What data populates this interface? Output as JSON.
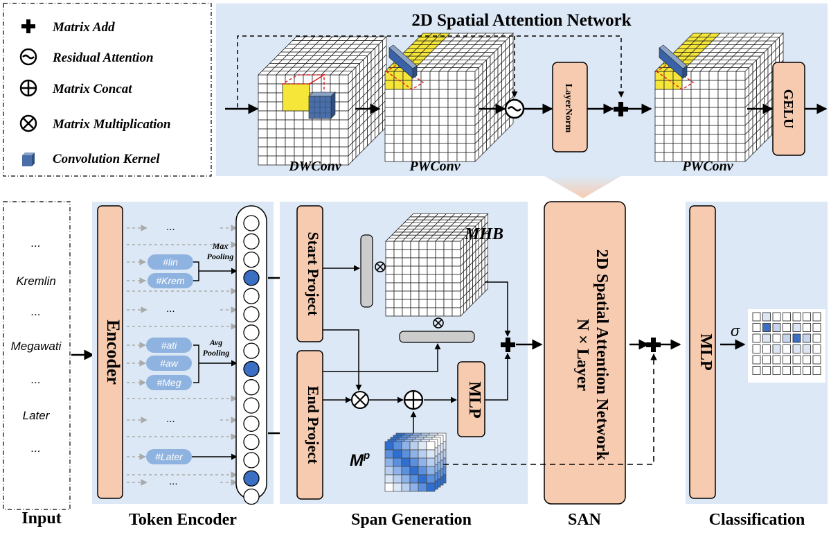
{
  "legend": {
    "items": [
      {
        "symbol": "plus",
        "label": "Matrix Add"
      },
      {
        "symbol": "minus-circle",
        "label": "Residual Attention"
      },
      {
        "symbol": "circle-plus",
        "label": "Matrix Concat"
      },
      {
        "symbol": "circle-times",
        "label": "Matrix Multiplication"
      },
      {
        "symbol": "cube",
        "label": "Convolution Kernel"
      }
    ]
  },
  "san_detail": {
    "title": "2D Spatial Attention Network",
    "dwconv": "DWConv",
    "pwconv1": "PWConv",
    "layernorm": "LayerNorm",
    "pwconv2": "PWConv",
    "gelu": "GELU"
  },
  "input": {
    "label": "Input",
    "tokens": [
      "...",
      "Kremlin",
      "...",
      "Megawati",
      "...",
      "Later",
      "..."
    ]
  },
  "token_encoder": {
    "label": "Token Encoder",
    "encoder": "Encoder",
    "ellipses": [
      "...",
      "...",
      "...",
      "..."
    ],
    "max_pooling": [
      "Max",
      "Pooling"
    ],
    "avg_pooling": [
      "Avg",
      "Pooling"
    ],
    "pills": [
      "#lin",
      "#Krem",
      "#ati",
      "#aw",
      "#Meg",
      "#Later"
    ]
  },
  "span_generation": {
    "label": "Span Generation",
    "start_project": "Start Project",
    "end_project": "End Project",
    "mhb": "MHB",
    "mlp": "MLP",
    "mp": "M",
    "mp_sup": "p"
  },
  "san": {
    "label": "SAN",
    "line1": "N × Layer",
    "line2": "2D Spatial Attention Network"
  },
  "classification": {
    "label": "Classification",
    "mlp": "MLP",
    "sigma": "σ"
  },
  "colors": {
    "panel": "#dce8f5",
    "block": "#f7cbb0",
    "blue": "#3a6fc4",
    "pill": "#8fb3e0",
    "yellow": "#f5e639"
  }
}
